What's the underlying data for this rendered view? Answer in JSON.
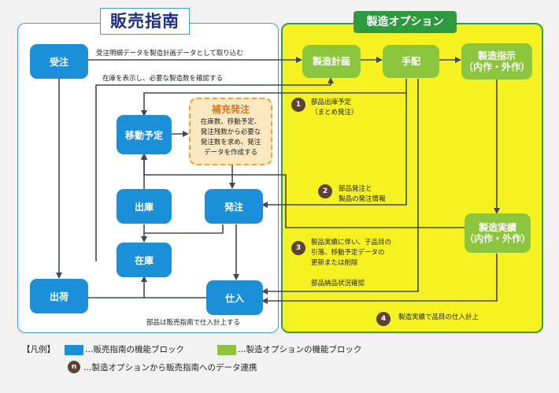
{
  "titles": {
    "left": "販売指南",
    "right": "製造オプション"
  },
  "blocks": {
    "juchu": "受注",
    "ido": "移動予定",
    "shukko": "出庫",
    "hacchu": "発注",
    "zaiko": "在庫",
    "shukka": "出荷",
    "shiire": "仕入",
    "seizo_keikaku": "製造計画",
    "tehai": "手配",
    "seizo_shiji": "製造指示",
    "seizo_shiji_sub": "（内作・外作）",
    "seizo_jisseki": "製造実績",
    "seizo_jisseki_sub": "（内作・外作）"
  },
  "hoju": {
    "title": "補充発注",
    "body": "在庫数、移動予定、\n発注残数から必要な\n発注数を求め、発注\nデータを作成する"
  },
  "notes": {
    "top": "受注明細データを製造計画データとして取り込む",
    "stock": "在庫を表示し、必要な製造数を確認する",
    "n1": "部品出庫予定\n（まとめ発注）",
    "n2": "部品発注と\n製品の発注情報",
    "n3": "製品実績に伴い、子品目の\n引落、移動予定データの\n更新または削除",
    "nohin": "部品納品状況確認",
    "n4": "製造実績で品目の仕入計上",
    "bottom": "部品は販売指南で仕入計上する"
  },
  "numbers": [
    "1",
    "2",
    "3",
    "4"
  ],
  "legend": {
    "label": "【凡例】",
    "blue": "…販売指南の機能ブロック",
    "green": "…製造オプションの機能ブロック",
    "n_mark": "n",
    "n_text": "…製造オプションから販売指南へのデータ連携"
  },
  "colors": {
    "blue": "#1b8fd8",
    "green": "#8cc63e",
    "yellow": "#f6f221",
    "dark_green": "#2e9a3e",
    "arrow": "#3d4a5e"
  }
}
